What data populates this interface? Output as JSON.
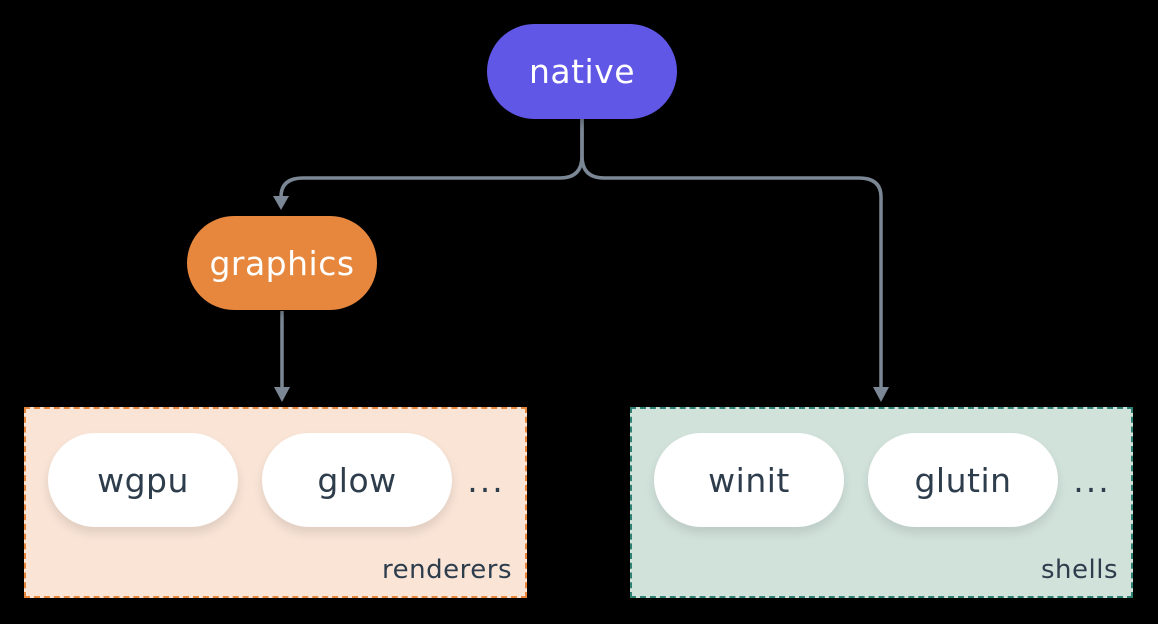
{
  "colors": {
    "background": "#000000",
    "connector": "#7B8794",
    "native_fill": "#6157E6",
    "native_text": "#FFFFFF",
    "graphics_fill": "#E6873D",
    "graphics_text": "#FFFFFF",
    "renderers_fill": "#F9E4D6",
    "renderers_border": "#E6873D",
    "shells_fill": "#D1E2DB",
    "shells_border": "#2F8173",
    "item_fill": "#FFFFFF",
    "item_text": "#2E3D4C"
  },
  "nodes": {
    "native": "native",
    "graphics": "graphics"
  },
  "groups": {
    "renderers": {
      "label": "renderers",
      "items": [
        "wgpu",
        "glow"
      ],
      "ellipsis": "..."
    },
    "shells": {
      "label": "shells",
      "items": [
        "winit",
        "glutin"
      ],
      "ellipsis": "..."
    }
  }
}
